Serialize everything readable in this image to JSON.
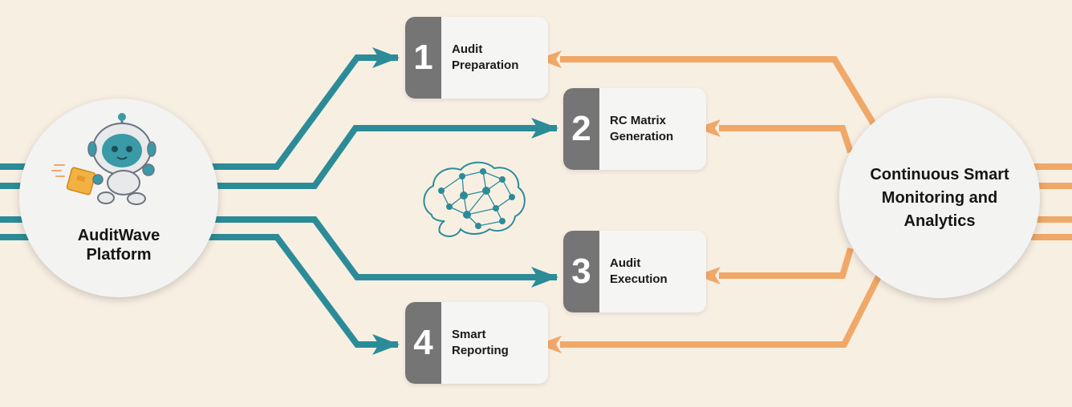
{
  "colors": {
    "background": "#f8efe3",
    "teal": "#2b8c98",
    "orange": "#f0a868",
    "step_number_bg": "#757575",
    "card_bg": "#f5f5f4"
  },
  "platform": {
    "label": "AuditWave Platform",
    "icon": "robot-mascot-icon"
  },
  "analytics": {
    "label": "Continuous Smart Monitoring and Analytics"
  },
  "center_icon": "brain-network-icon",
  "steps": [
    {
      "number": "1",
      "label": "Audit Preparation"
    },
    {
      "number": "2",
      "label": "RC Matrix Generation"
    },
    {
      "number": "3",
      "label": "Audit Execution"
    },
    {
      "number": "4",
      "label": "Smart Reporting"
    }
  ]
}
